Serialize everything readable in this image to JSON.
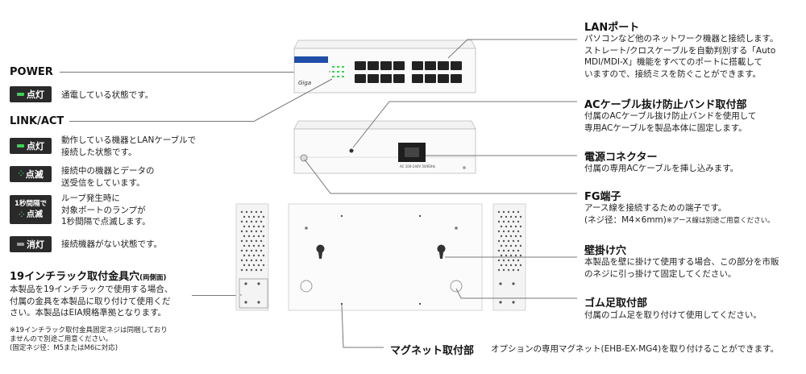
{
  "power": {
    "title": "POWER",
    "states": [
      {
        "badge": "点灯",
        "led": "green",
        "desc": "通電している状態です。"
      }
    ]
  },
  "link_act": {
    "title": "LINK/ACT",
    "states": [
      {
        "badge": "点灯",
        "led": "green",
        "desc": "動作している機器とLANケーブルで\n接続した状態です。"
      },
      {
        "badge": "点滅",
        "led": "blink",
        "desc": "接続中の機器とデータの\n送受信をしています。"
      },
      {
        "badge_top": "1秒間隔で",
        "badge": "点滅",
        "led": "blink",
        "desc": "ループ発生時に\n対象ポートのランプが\n1秒間隔で点滅します。"
      },
      {
        "badge": "消灯",
        "led": "grey",
        "desc": "接続機器がない状態です。"
      }
    ]
  },
  "rack": {
    "title": "19インチラック取付金具穴",
    "title_small": "(両側面)",
    "desc": "本製品を19インチラックで使用する場合、\n付属の金具を本製品に取り付けて使用くだ\nさい。本製品はEIA規格準拠となります。",
    "note": "※19インチラック取付金具固定ネジは同梱しており\nませんので別途ご用意ください。\n(固定ネジ径：M5またはM6に対応)"
  },
  "lan_port": {
    "title": "LANポート",
    "desc": "パソコンなど他のネットワーク機器と接続します。\nストレート/クロスケーブルを自動判別する「Auto\nMDI/MDI-X」機能をすべてのポートに搭載して\nいますので、接続ミスを防ぐことができます。"
  },
  "ac_band": {
    "title": "ACケーブル抜け防止バンド取付部",
    "desc": "付属のACケーブル抜け防止バンドを使用して\n専用ACケーブルを製品本体に固定します。"
  },
  "power_connector": {
    "title": "電源コネクター",
    "desc": "付属の専用ACケーブルを挿し込みます。"
  },
  "fg": {
    "title": "FG端子",
    "desc": "アース線を接続するための端子です。",
    "desc2": "(ネジ径：M4×6mm)",
    "desc2_note": "※アース線は別途ご用意ください。"
  },
  "wall": {
    "title": "壁掛け穴",
    "desc": "本製品を壁に掛けて使用する場合、この部分を市販\nのネジに引っ掛けて固定してください。"
  },
  "rubber": {
    "title": "ゴム足取付部",
    "desc": "付属のゴム足を取り付けて使用してください。"
  },
  "magnet": {
    "title": "マグネット取付部",
    "desc": "オプションの専用マグネット(EHB-EX-MG4)を取り付けることができます。"
  },
  "device": {
    "brand": "Giga",
    "ac_label": "AC 100-240V 50/60Hz"
  }
}
